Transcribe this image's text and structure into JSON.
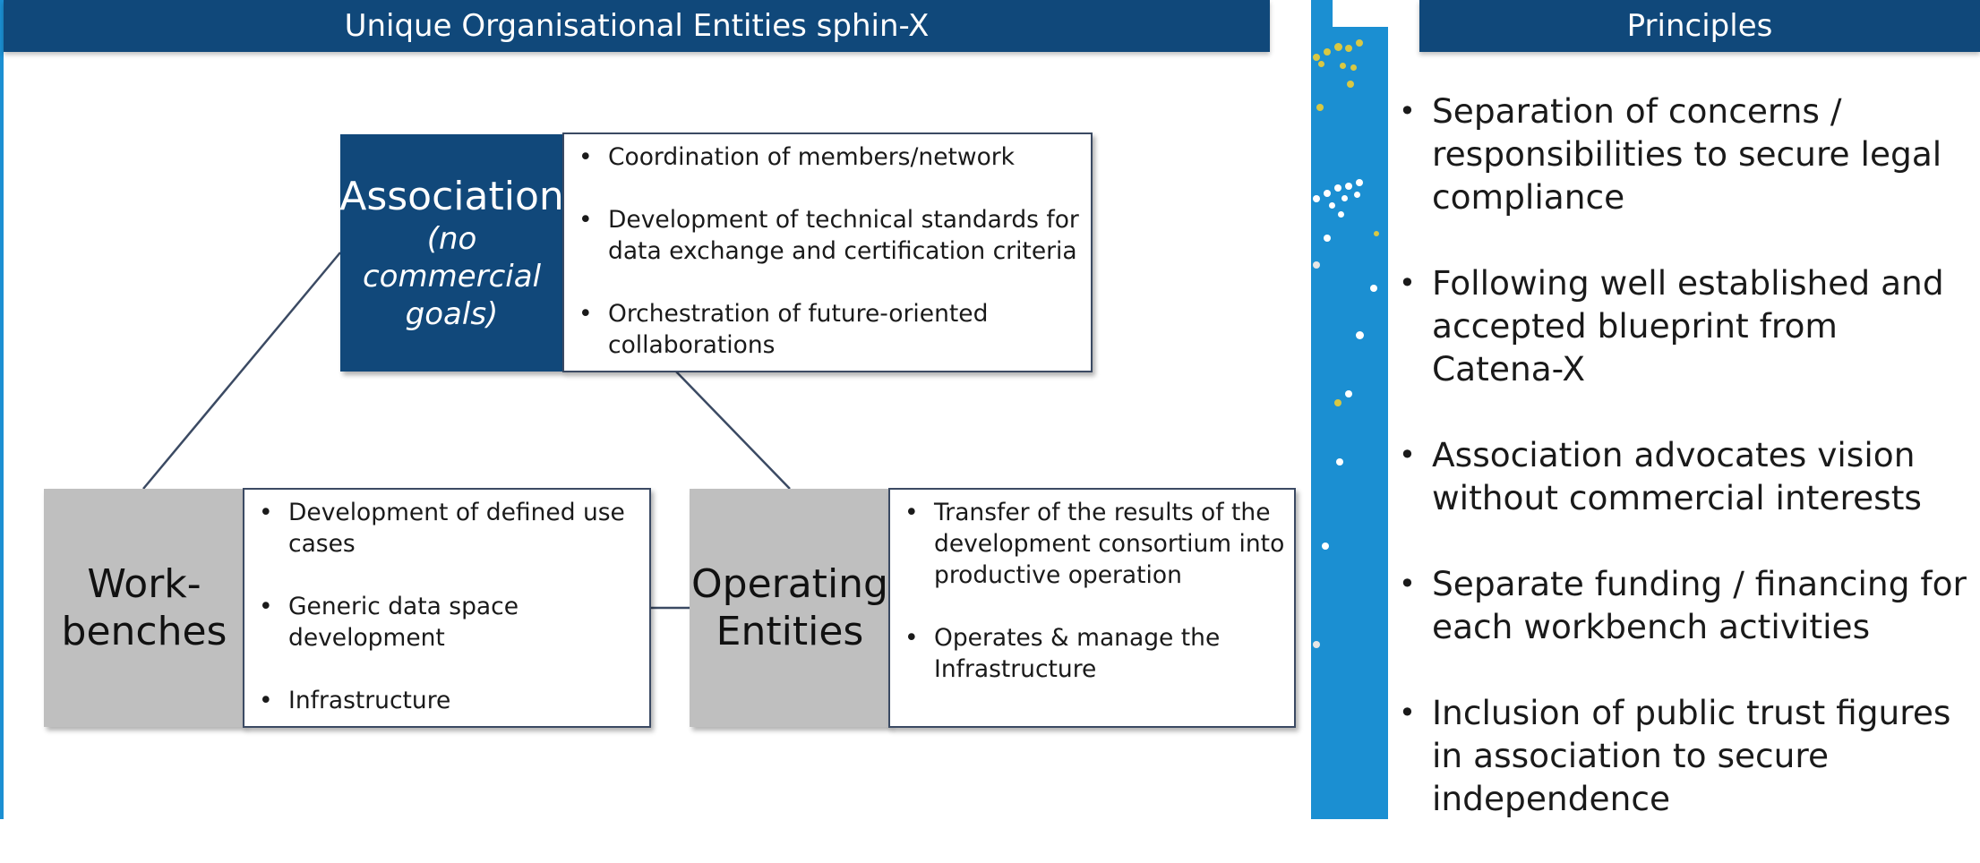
{
  "left_header": {
    "title": "Unique Organisational Entities sphin-X"
  },
  "right_header": {
    "title": "Principles"
  },
  "colors": {
    "dark_blue": "#11487a",
    "bright_blue": "#1b8fd2",
    "grey": "#bfbfbf",
    "connector": "#3b4a63",
    "dot_yellow": "#d8c843"
  },
  "entities": {
    "association": {
      "title": "Association",
      "subtitle": "(no commercial goals)",
      "items": [
        "Coordination of members/network",
        "Development of technical standards for data exchange and certification criteria",
        "Orchestration of future-oriented collaborations"
      ]
    },
    "workbenches": {
      "title_line1": "Work-",
      "title_line2": "benches",
      "items": [
        "Development of  defined use cases",
        "Generic data space development",
        "Infrastructure"
      ]
    },
    "operating_entities": {
      "title_line1": "Operating",
      "title_line2": "Entities",
      "items": [
        "Transfer of the results of the development consortium into productive operation",
        "Operates & manage the Infrastructure"
      ]
    }
  },
  "principles": [
    "Separation of concerns / responsibilities to secure legal compliance",
    "Following well established and accepted blueprint from Catena-X",
    "Association advocates vision without commercial interests",
    "Separate funding / financing for each workbench activities",
    "Inclusion of public trust figures in association to secure independence"
  ]
}
